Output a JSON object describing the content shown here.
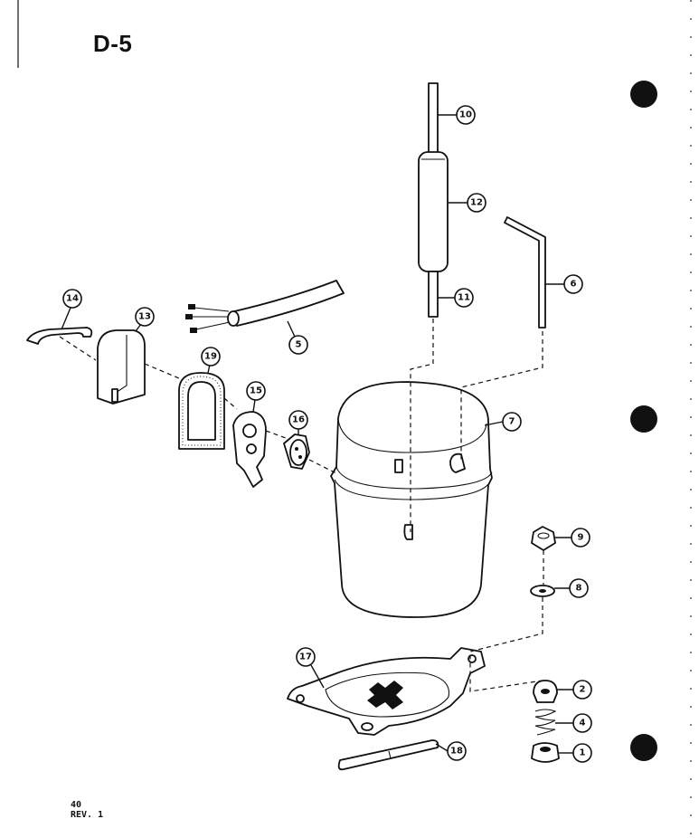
{
  "page": {
    "title": "D-5",
    "footer_page": "40",
    "footer_rev": "REV. 1"
  },
  "callouts": {
    "c1": "1",
    "c2": "2",
    "c4": "4",
    "c5": "5",
    "c6": "6",
    "c7": "7",
    "c8": "8",
    "c9": "9",
    "c10": "10",
    "c11": "11",
    "c12": "12",
    "c13": "13",
    "c14": "14",
    "c15": "15",
    "c16": "16",
    "c17": "17",
    "c18": "18",
    "c19": "19"
  }
}
